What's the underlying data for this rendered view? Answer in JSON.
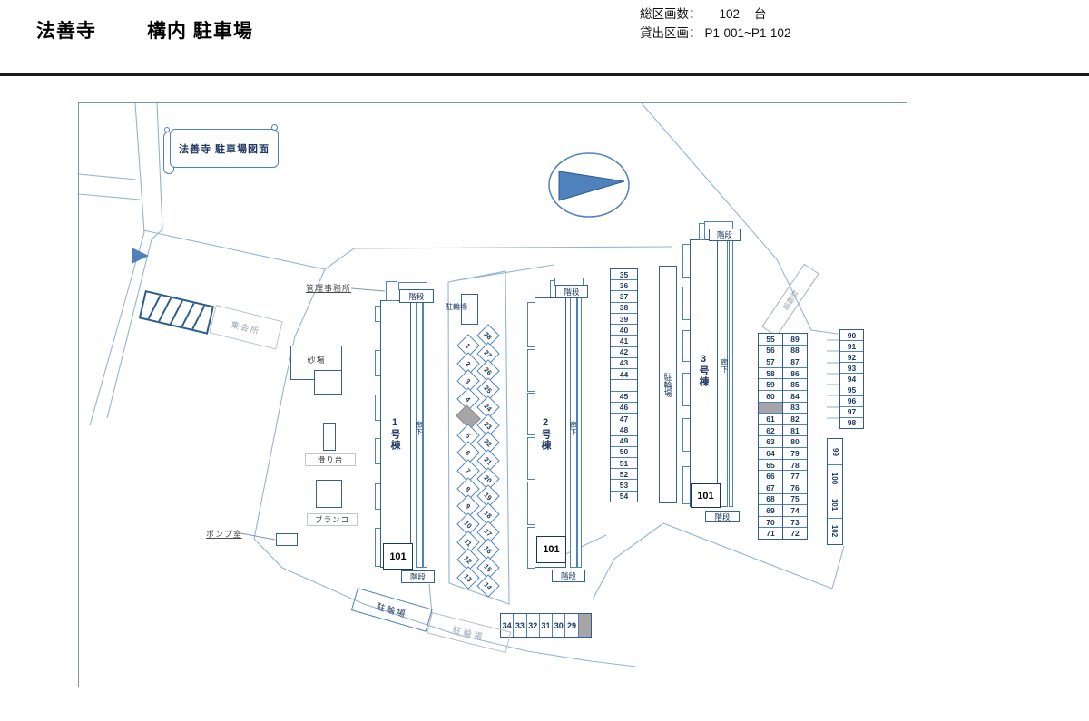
{
  "header": {
    "title_1": "法善寺",
    "title_2": "構内 駐車場",
    "total_label": "総区画数：",
    "total_value": "102",
    "total_unit": "台",
    "range_label": "貸出区画：",
    "range_value": "P1-001~P1-102"
  },
  "map": {
    "scroll_title": "法善寺 駐車場図面",
    "labels": {
      "admin_office": "管理事務所",
      "meeting_hall": "集会所",
      "sandbox": "砂場",
      "slide": "滑り台",
      "swing": "ブランコ",
      "pump_room": "ポンプ室",
      "stairs": "階段",
      "corridor": "廊下",
      "bicycle": "駐輪場",
      "room_101": "101"
    },
    "buildings": [
      {
        "name": "1号棟"
      },
      {
        "name": "2号棟"
      },
      {
        "name": "3号棟"
      }
    ],
    "parking": {
      "diag_left": [
        "1",
        "2",
        "3",
        "4",
        null,
        "5",
        "6",
        "7",
        "8",
        "9",
        "10",
        "11",
        "12",
        "13"
      ],
      "diag_right": [
        "28",
        "27",
        "26",
        "25",
        "24",
        "23",
        "22",
        "21",
        "20",
        "19",
        "18",
        "17",
        "16",
        "15",
        "14"
      ],
      "col_35_54": [
        "35",
        "36",
        "37",
        "38",
        "39",
        "40",
        "41",
        "42",
        "43",
        "44",
        "",
        "45",
        "46",
        "47",
        "48",
        "49",
        "50",
        "51",
        "52",
        "53",
        "54"
      ],
      "col_55_71": [
        "55",
        "56",
        "57",
        "58",
        "59",
        "60",
        null,
        "61",
        "62",
        "63",
        "64",
        "65",
        "66",
        "67",
        "68",
        "69",
        "70",
        "71"
      ],
      "col_89_72": [
        "89",
        "88",
        "87",
        "86",
        "85",
        "84",
        "83",
        "82",
        "81",
        "80",
        "79",
        "78",
        "77",
        "76",
        "75",
        "74",
        "73",
        "72"
      ],
      "col_90_98": [
        "90",
        "91",
        "92",
        "93",
        "94",
        "95",
        "96",
        "97",
        "98"
      ],
      "col_99_102": [
        "99",
        "100",
        "101",
        "102"
      ],
      "strip_29_34": [
        "34",
        "33",
        "32",
        "31",
        "30",
        "29",
        null
      ]
    },
    "colors": {
      "line_blue": "#95b3d7",
      "border_blue": "#376092",
      "cell_text": "#17375e",
      "gray_fill": "#a6a6a6",
      "arrow_fill": "#4f81bd"
    }
  }
}
